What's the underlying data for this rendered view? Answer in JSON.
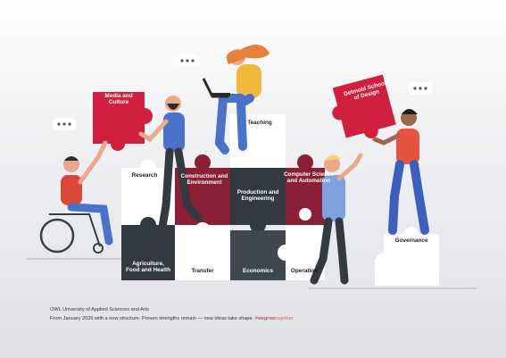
{
  "colors": {
    "red": "#d11f40",
    "maroon": "#8a1f35",
    "dark": "#323a40",
    "white": "#ffffff",
    "skin": "#e9a98b",
    "blue": "#4a72c8"
  },
  "pieces": {
    "media": "Media and\nCulture",
    "detmold": "Detmold School\nof Design",
    "teaching": "Teaching",
    "research": "Research",
    "construction": "Construction and\nEnvironment",
    "computer": "Computer Science\nand Automation",
    "production": "Production and\nEngineering",
    "agriculture": "Agriculture,\nFood and Health",
    "transfer": "Transfer",
    "economics": "Economics",
    "operation": "Operation",
    "governance": "Governance"
  },
  "caption": {
    "title": "OWL University of Applied Sciences and Arts",
    "text": "From January 2026 with a new structure. Proven strengths remain — new ideas take shape.",
    "hashtag_a": "#wegrow",
    "hashtag_b": "together"
  }
}
